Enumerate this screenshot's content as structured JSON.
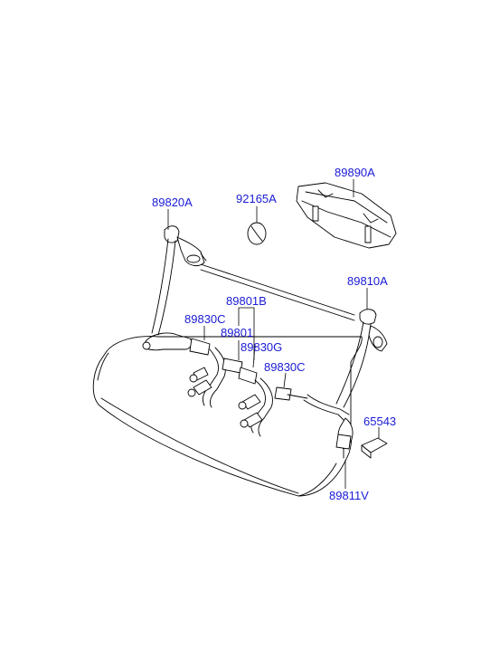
{
  "diagram": {
    "labels": {
      "p89890A": "89890A",
      "p92165A": "92165A",
      "p89820A": "89820A",
      "p89810A": "89810A",
      "p89801B": "89801B",
      "p89830C_left": "89830C",
      "p89801": "89801",
      "p89830G": "89830G",
      "p89830C_right": "89830C",
      "p65543": "65543",
      "p89811V": "89811V"
    }
  }
}
